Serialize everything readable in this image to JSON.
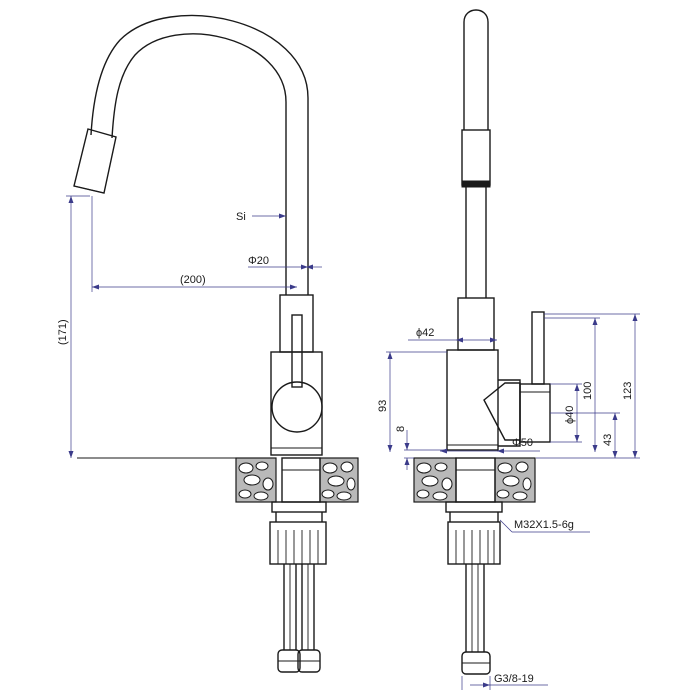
{
  "drawing": {
    "side_view": {
      "labels": {
        "si": "Si",
        "phi20": "Φ20",
        "reach": "(200)",
        "height": "(171)"
      }
    },
    "front_view": {
      "labels": {
        "phi42": "ϕ42",
        "dim93": "93",
        "dim8": "8",
        "phi50": "Φ50",
        "phi40": "ϕ40",
        "dim100": "100",
        "dim123": "123",
        "dim43": "43",
        "thread": "M32X1.5-6g",
        "hose": "G3/8-19"
      }
    }
  }
}
